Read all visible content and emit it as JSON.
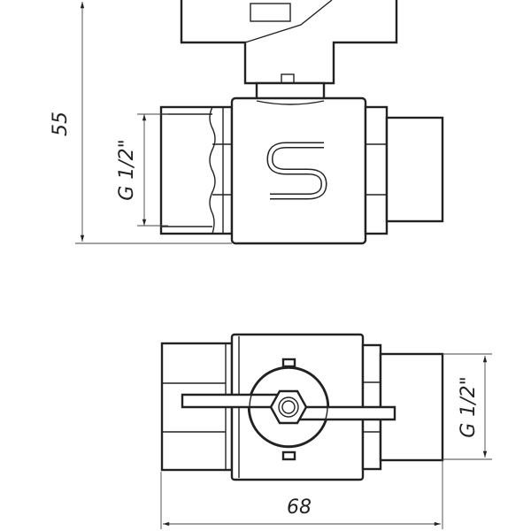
{
  "dimensions": {
    "height": "55",
    "length": "68",
    "thread_side_view": "G 1/2\"",
    "thread_top_view": "G 1/2\""
  },
  "logo": {
    "letter": "S"
  },
  "colors": {
    "line": "#222222",
    "background": "#ffffff"
  }
}
